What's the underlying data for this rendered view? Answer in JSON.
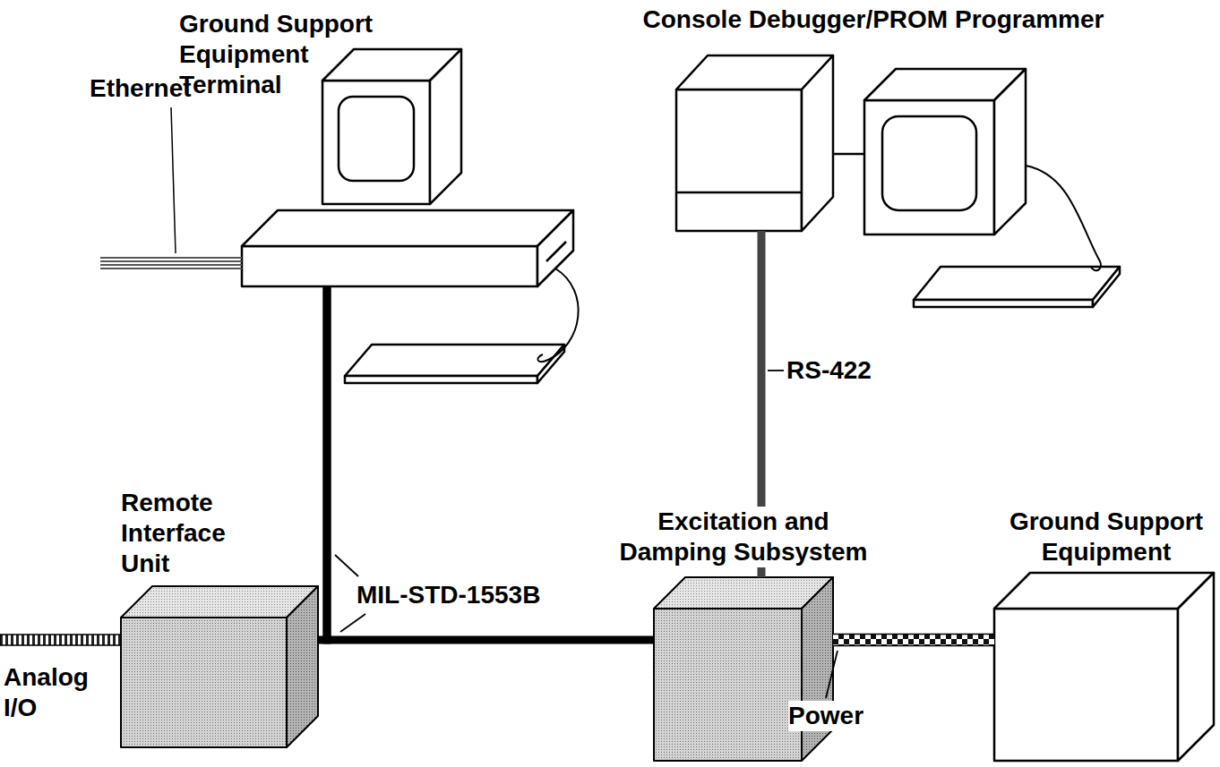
{
  "diagram": {
    "nodes": [
      {
        "text": [
          "Ground Support Equipment Terminal"
        ]
      },
      {
        "text": [
          "Console Debugger/PROM Programmer"
        ]
      },
      {
        "text": [
          "Remote Interface Unit"
        ]
      },
      {
        "text": [
          "Excitation and Damping Subsystem"
        ]
      },
      {
        "text": [
          "Ground Support Equipment"
        ]
      }
    ],
    "edges": [
      {
        "from": 0,
        "to": 2,
        "arrow": "none"
      },
      {
        "from": 0,
        "to": 3,
        "arrow": "none"
      },
      {
        "from": 1,
        "to": 3,
        "label": "RS-422",
        "arrow": "none"
      },
      {
        "from": 3,
        "to": 4,
        "label": "Power",
        "arrow": "none"
      }
    ],
    "labels": [
      "Ethernet",
      "MIL-STD-1553B",
      "Analog I/O"
    ]
  }
}
